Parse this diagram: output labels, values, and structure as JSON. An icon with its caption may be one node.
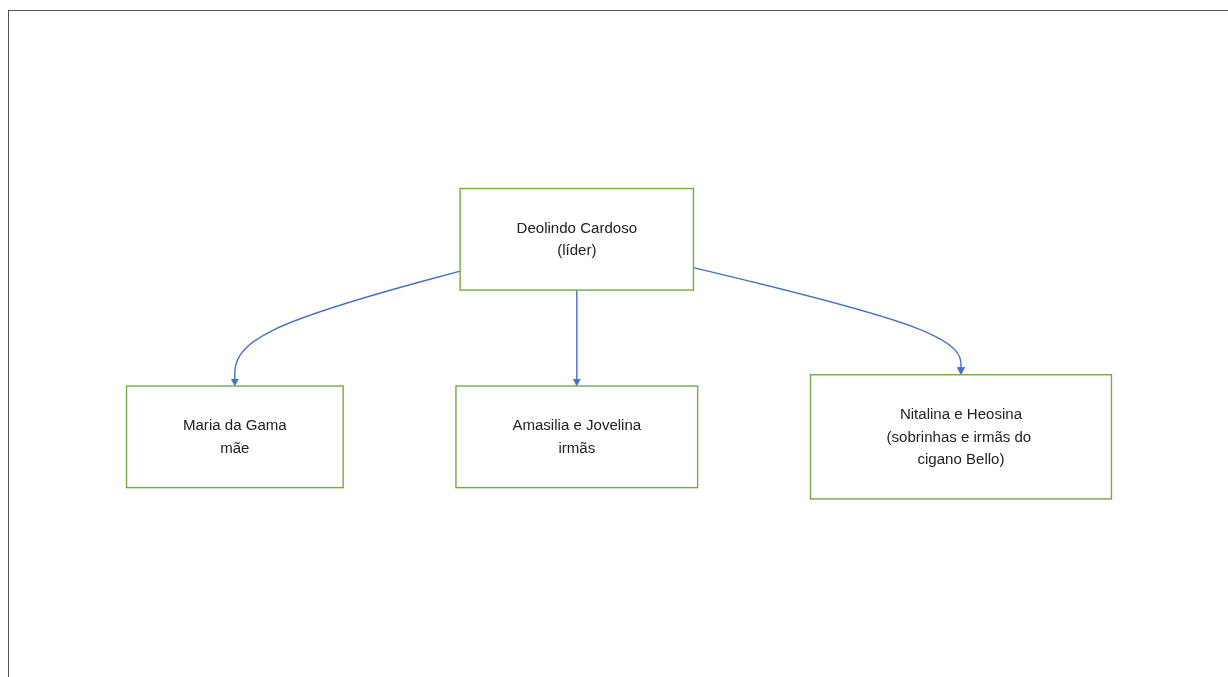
{
  "diagram": {
    "nodes": [
      {
        "text": [
          "Deolindo Cardoso",
          "(líder)"
        ]
      },
      {
        "text": [
          "Maria da Gama",
          "mãe"
        ]
      },
      {
        "text": [
          "Amasilia e Jovelina",
          "irmãs"
        ]
      },
      {
        "text": [
          "Nitalina e Heosina",
          "(sobrinhas e irmãs do cigano Bello)"
        ]
      }
    ],
    "edges": [
      {
        "from": 0,
        "to": 1,
        "arrow": "to"
      },
      {
        "from": 0,
        "to": 2,
        "arrow": "to"
      },
      {
        "from": 0,
        "to": 3,
        "arrow": "to"
      }
    ]
  }
}
